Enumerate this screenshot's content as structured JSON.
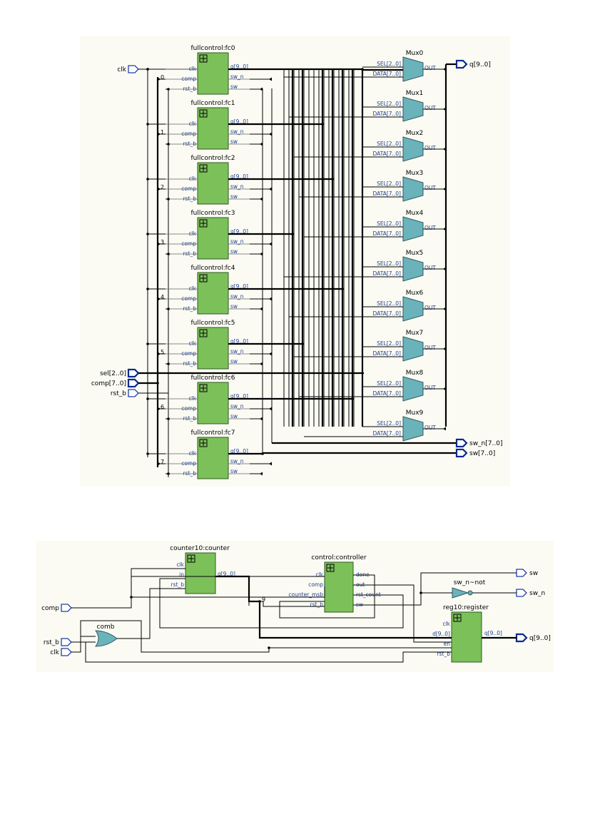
{
  "top": {
    "inputs": [
      "clk",
      "sel[2..0]",
      "comp[7..0]",
      "rst_b"
    ],
    "outputs": [
      "q[9..0]",
      "sw_n[7..0]",
      "sw[7..0]"
    ],
    "fullcontrols": [
      {
        "title": "fullcontrol:fc0",
        "index": "0"
      },
      {
        "title": "fullcontrol:fc1",
        "index": "1"
      },
      {
        "title": "fullcontrol:fc2",
        "index": "2"
      },
      {
        "title": "fullcontrol:fc3",
        "index": "3"
      },
      {
        "title": "fullcontrol:fc4",
        "index": "4"
      },
      {
        "title": "fullcontrol:fc5",
        "index": "5"
      },
      {
        "title": "fullcontrol:fc6",
        "index": "6"
      },
      {
        "title": "fullcontrol:fc7",
        "index": "7"
      }
    ],
    "fc_pins_left": [
      "clk",
      "comp",
      "rst_b"
    ],
    "fc_pins_right": [
      "q[9..0]",
      "sw_n",
      "sw"
    ],
    "muxes": [
      "Mux0",
      "Mux1",
      "Mux2",
      "Mux3",
      "Mux4",
      "Mux5",
      "Mux6",
      "Mux7",
      "Mux8",
      "Mux9"
    ],
    "mux_pins": [
      "SEL[2..0]",
      "DATA[7..0]",
      "OUT"
    ]
  },
  "bottom": {
    "inputs": [
      "comp",
      "rst_b",
      "clk"
    ],
    "outputs": [
      "sw",
      "sw_n",
      "q[9..0]"
    ],
    "counter": {
      "title": "counter10:counter",
      "pins_left": [
        "clk",
        "in",
        "rst_b"
      ],
      "pins_right": [
        "q[9..0]"
      ]
    },
    "controller": {
      "title": "control:controller",
      "pins_left": [
        "clk",
        "comp",
        "counter_msb",
        "rst_b"
      ],
      "pins_right": [
        "done",
        "out",
        "rst_count",
        "sw"
      ]
    },
    "register": {
      "title": "reg10:register",
      "pins_left": [
        "clk",
        "d[9..0]",
        "en",
        "rst_b"
      ],
      "pins_right": [
        "q[9..0]"
      ]
    },
    "not_gate": "sw_n~not",
    "or_gate": "comb",
    "bus_index": "9"
  },
  "colors": {
    "block": "#7cc05a",
    "mux": "#6ab3bb",
    "port": "#1f3fa8",
    "panel": "#fbfbf4"
  }
}
